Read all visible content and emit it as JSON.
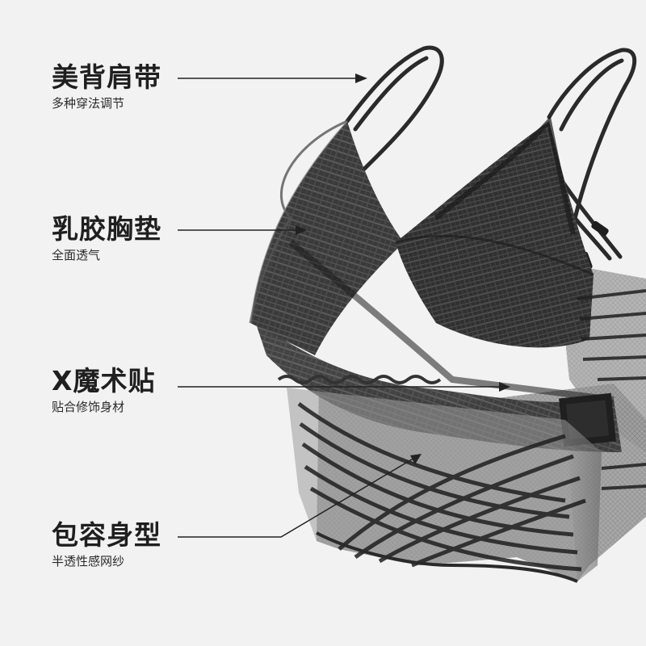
{
  "features": [
    {
      "title": "美背肩带",
      "subtitle": "多种穿法调节"
    },
    {
      "title": "乳胶胸垫",
      "subtitle": "全面透气"
    },
    {
      "title": "X魔术贴",
      "subtitle": "贴合修饰身材"
    },
    {
      "title": "包容身型",
      "subtitle": "半透性感网纱"
    }
  ],
  "colors": {
    "background": "#f2f2f2",
    "garment": "#2b2b2b",
    "mesh": "#6e6e6e",
    "text": "#1f1f1f"
  }
}
